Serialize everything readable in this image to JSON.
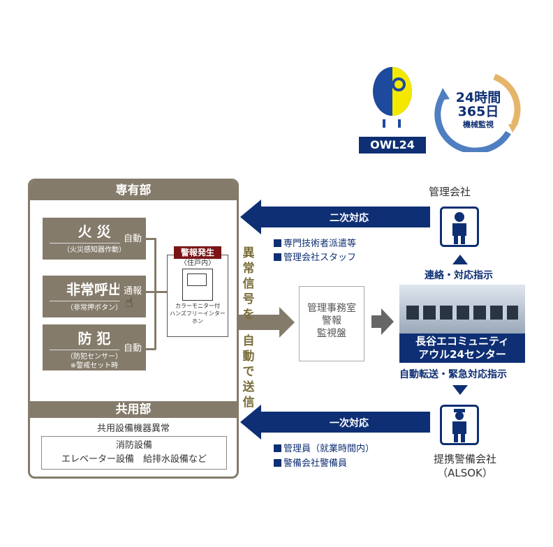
{
  "logo": {
    "owl_label": "OWL24",
    "cycle_line1": "24時間",
    "cycle_line2": "365日",
    "cycle_line3": "機械監視"
  },
  "private": {
    "title": "専有部",
    "items": [
      {
        "title": "火 災",
        "sub": "（火災感知器作動）",
        "trigger": "自動"
      },
      {
        "title": "非常呼出",
        "sub": "（非常押ボタン）",
        "trigger": "通報"
      },
      {
        "title": "防 犯",
        "sub": "（防犯センサー）\n※警戒セット時",
        "trigger": "自動"
      }
    ],
    "alarm_badge": "警報発生",
    "unit_label": "〈住戸内〉",
    "device_line1": "カラーモニター付",
    "device_line2": "ハンズフリーインターホン"
  },
  "common": {
    "title": "共用部",
    "subtitle": "共用設備機器異常",
    "box_line1": "消防設備",
    "box_line2": "エレベーター設備　給排水設備など"
  },
  "signal_text_1": "異常信号を",
  "signal_text_2": "自動で送信",
  "panel_box": {
    "line1": "管理事務室",
    "line2": "警報",
    "line3": "監視盤"
  },
  "mgmt_company": "管理会社",
  "secondary": {
    "label": "二次対応",
    "items": [
      "専門技術者派遣等",
      "管理会社スタッフ"
    ]
  },
  "contact_label": "連絡・対応指示",
  "center": {
    "line1": "長谷エコミュニティ",
    "line2": "アウル24センター"
  },
  "forward_label": "自動転送・緊急対応指示",
  "primary": {
    "label": "一次対応",
    "items": [
      "管理員（就業時間内）",
      "警備会社警備員"
    ]
  },
  "security_company": {
    "line1": "提携警備会社",
    "line2": "（ALSOK）"
  }
}
